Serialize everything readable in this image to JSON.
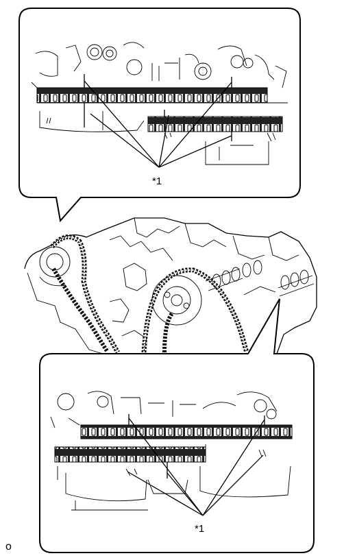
{
  "figure": {
    "callout_top_label": "*1",
    "callout_bottom_label": "*1",
    "corner_mark": "o"
  }
}
